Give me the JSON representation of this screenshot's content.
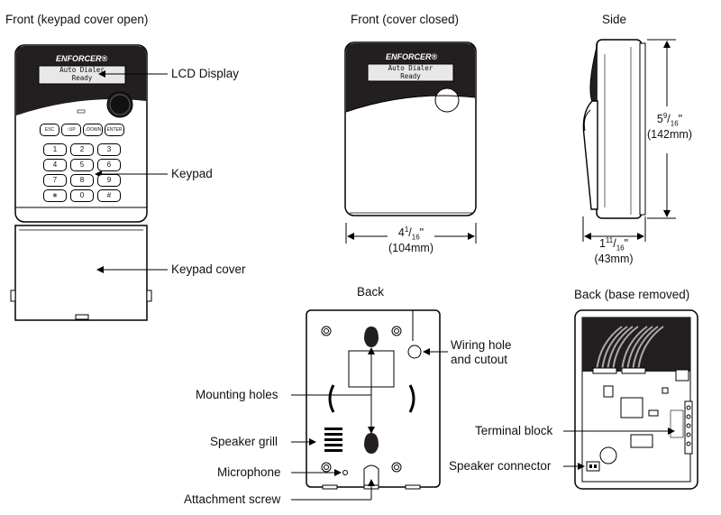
{
  "titles": {
    "front_open": "Front (keypad cover open)",
    "front_closed": "Front (cover closed)",
    "side": "Side",
    "back": "Back",
    "back_removed": "Back (base removed)"
  },
  "brand": "ENFORCER®",
  "lcd": {
    "line1": "Auto Dialer",
    "line2": "Ready"
  },
  "keys": {
    "function": [
      "ESC",
      "↑UP",
      "↓DOWN",
      "ENTER"
    ],
    "digits": [
      "1",
      "2",
      "3",
      "4",
      "5",
      "6",
      "7",
      "8",
      "9",
      "∗",
      "0",
      "#"
    ]
  },
  "callouts": {
    "lcd_display": "LCD Display",
    "keypad": "Keypad",
    "keypad_cover": "Keypad cover",
    "wiring_hole_1": "Wiring hole",
    "wiring_hole_2": "and cutout",
    "mounting_holes": "Mounting holes",
    "speaker_grill": "Speaker grill",
    "microphone": "Microphone",
    "attachment_screw": "Attachment screw",
    "terminal_block": "Terminal block",
    "speaker_connector": "Speaker connector"
  },
  "dimensions": {
    "width": {
      "whole": "4",
      "num": "1",
      "den": "16",
      "unit": "\"",
      "metric": "(104mm)"
    },
    "height": {
      "whole": "5",
      "num": "9",
      "den": "16",
      "unit": "\"",
      "metric": "(142mm)"
    },
    "depth": {
      "whole": "1",
      "num": "11",
      "den": "16",
      "unit": "\"",
      "metric": "(43mm)"
    }
  }
}
